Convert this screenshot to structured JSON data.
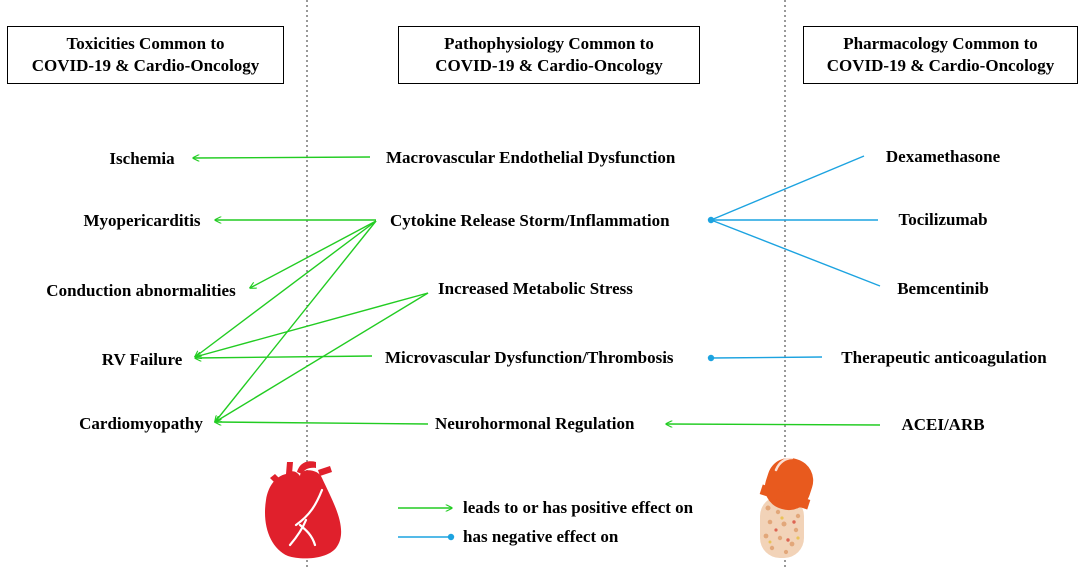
{
  "headers": {
    "toxicities": {
      "line1": "Toxicities Common to",
      "line2": "COVID-19 & Cardio-Oncology"
    },
    "pathophysiology": {
      "line1": "Pathophysiology Common to",
      "line2": "COVID-19 & Cardio-Oncology"
    },
    "pharmacology": {
      "line1": "Pharmacology Common to",
      "line2": "COVID-19 & Cardio-Oncology"
    }
  },
  "toxicities": [
    "Ischemia",
    "Myopericarditis",
    "Conduction abnormalities",
    "RV Failure",
    "Cardiomyopathy"
  ],
  "pathophysiology": [
    "Macrovascular Endothelial Dysfunction",
    "Cytokine Release Storm/Inflammation",
    "Increased Metabolic Stress",
    "Microvascular Dysfunction/Thrombosis",
    "Neurohormonal Regulation"
  ],
  "pharmacology": [
    "Dexamethasone",
    "Tocilizumab",
    "Bemcentinib",
    "Therapeutic anticoagulation",
    "ACEI/ARB"
  ],
  "legend": {
    "positive": "leads to or has positive effect on",
    "negative": "has negative effect on"
  },
  "colors": {
    "positive": "#22cc22",
    "negative": "#1ca3e0",
    "heart": "#e0202c",
    "pill": "#e85a1e"
  },
  "icons": {
    "heart": "heart-icon",
    "pill": "pill-icon"
  }
}
